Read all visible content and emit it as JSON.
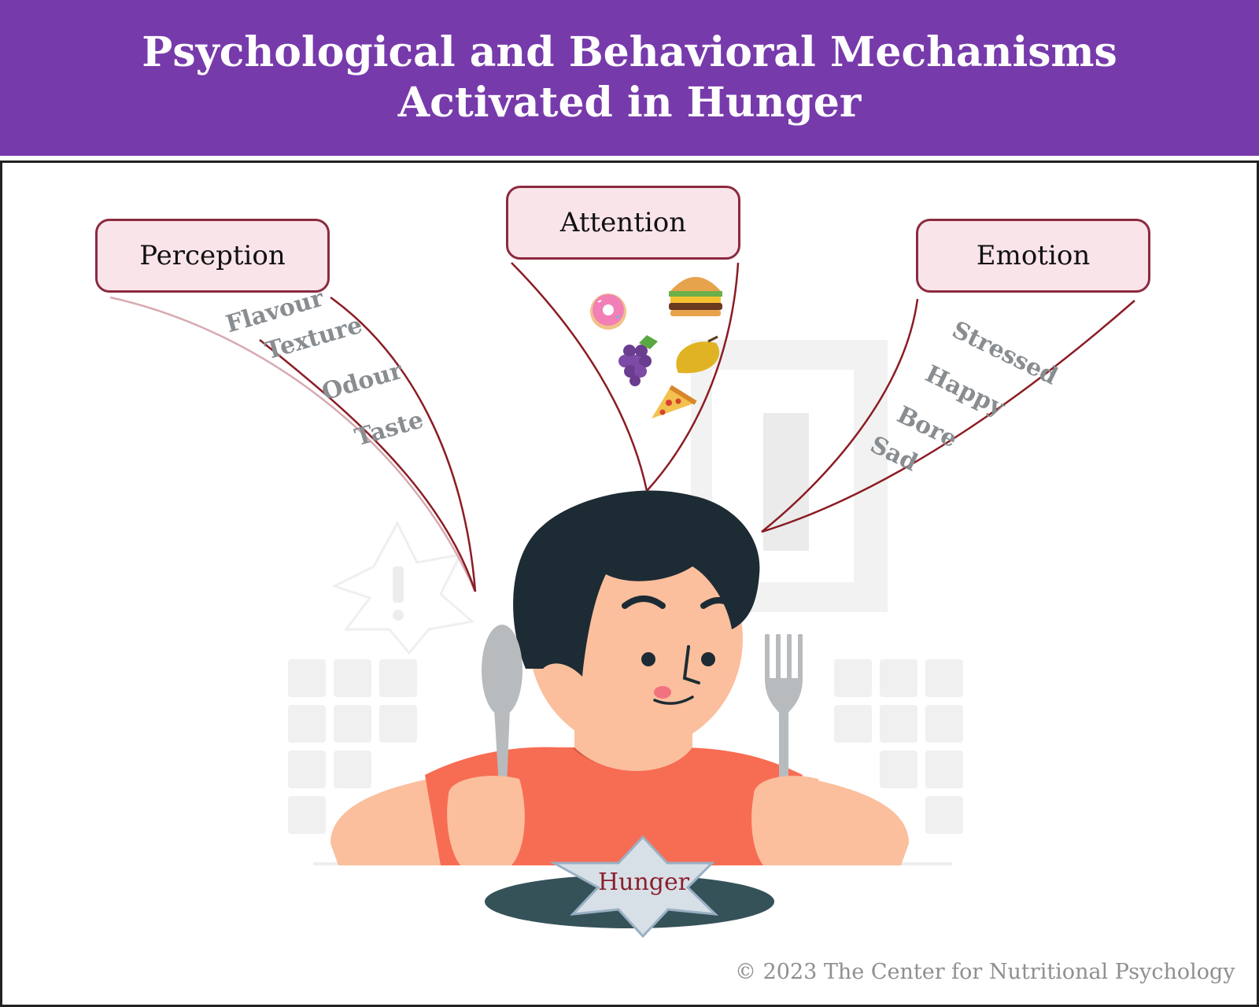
{
  "title": "Psychological and Behavioral Mechanisms Activated in Hunger",
  "categories": {
    "perception": {
      "label": "Perception",
      "items": [
        "Flavour",
        "Texture",
        "Odour",
        "Taste"
      ]
    },
    "attention": {
      "label": "Attention",
      "items": [
        "donut-icon",
        "burger-icon",
        "grapes-icon",
        "mango-icon",
        "pizza-icon"
      ]
    },
    "emotion": {
      "label": "Emotion",
      "items": [
        "Stressed",
        "Happy",
        "Bore",
        "Sad"
      ]
    }
  },
  "center_label": "Hunger",
  "copyright": "© 2023 The Center for Nutritional Psychology",
  "colors": {
    "header": "#773aab",
    "box_fill": "#f9e4ea",
    "box_border": "#8b2a3f",
    "bubble_line": "#8b1c24",
    "word": "#888d91",
    "hunger_text": "#8a1f2c"
  }
}
